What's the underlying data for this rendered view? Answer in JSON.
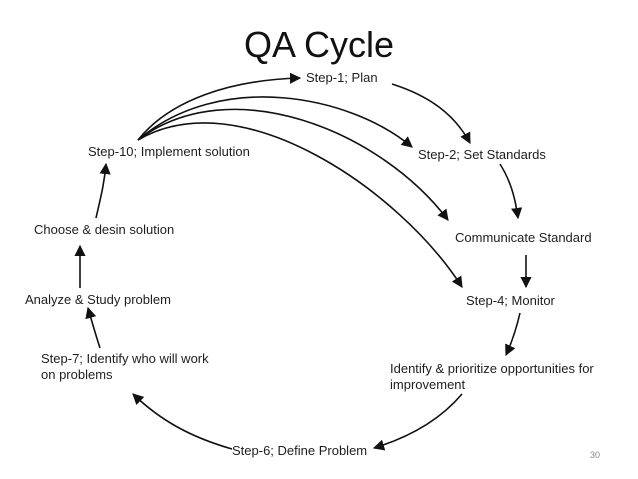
{
  "slide": {
    "title": "QA Cycle",
    "page_number": "30"
  },
  "steps": [
    {
      "id": "plan",
      "label": "Step-1; Plan"
    },
    {
      "id": "set-standards",
      "label": "Step-2; Set Standards"
    },
    {
      "id": "communicate",
      "label": "Communicate Standard"
    },
    {
      "id": "monitor",
      "label": "Step-4; Monitor"
    },
    {
      "id": "identify-prioritize",
      "label": "Identify & prioritize opportunities for improvement"
    },
    {
      "id": "define-problem",
      "label": "Step-6; Define Problem"
    },
    {
      "id": "identify-who",
      "label": "Step-7; Identify who will work on problems"
    },
    {
      "id": "analyze",
      "label": "Analyze & Study problem"
    },
    {
      "id": "choose",
      "label": "Choose & desin solution"
    },
    {
      "id": "implement",
      "label": "Step-10; Implement solution"
    }
  ],
  "colors": {
    "arrow": "#111111",
    "text": "#1e1e1e"
  }
}
